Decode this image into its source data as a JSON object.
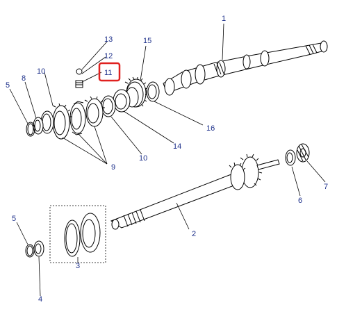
{
  "diagram": {
    "highlight_color": "#e0211f",
    "label_color": "#1c2f8a",
    "highlighted_callout": "11",
    "callouts": [
      {
        "id": "c1",
        "text": "1"
      },
      {
        "id": "c2",
        "text": "2"
      },
      {
        "id": "c3",
        "text": "3"
      },
      {
        "id": "c4",
        "text": "4"
      },
      {
        "id": "c5a",
        "text": "5"
      },
      {
        "id": "c5b",
        "text": "5"
      },
      {
        "id": "c6",
        "text": "6"
      },
      {
        "id": "c7",
        "text": "7"
      },
      {
        "id": "c8",
        "text": "8"
      },
      {
        "id": "c9",
        "text": "9"
      },
      {
        "id": "c10a",
        "text": "10"
      },
      {
        "id": "c10b",
        "text": "10"
      },
      {
        "id": "c11",
        "text": "11"
      },
      {
        "id": "c12",
        "text": "12"
      },
      {
        "id": "c13",
        "text": "13"
      },
      {
        "id": "c14",
        "text": "14"
      },
      {
        "id": "c15",
        "text": "15"
      },
      {
        "id": "c16",
        "text": "16"
      }
    ]
  }
}
